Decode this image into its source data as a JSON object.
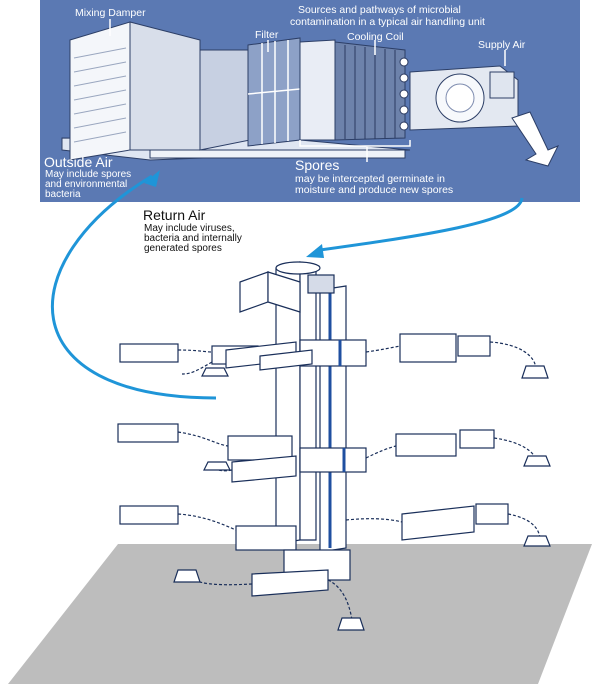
{
  "title_line1": "Sources and pathways of microbial",
  "title_line2": "contamination in a typical air handling unit",
  "labels": {
    "mixing_damper": "Mixing Damper",
    "filter": "Filter",
    "cooling_coil": "Cooling Coil",
    "supply_air": "Supply Air"
  },
  "outside_air": {
    "heading": "Outside Air",
    "line1": "May include spores",
    "line2": "and environmental",
    "line3": "bacteria"
  },
  "spores": {
    "heading": "Spores",
    "line1": "may be intercepted germinate in",
    "line2": "moisture and produce new spores"
  },
  "return_air": {
    "heading": "Return Air",
    "line1": "May include viruses,",
    "line2": "bacteria and internally",
    "line3": "generated spores"
  },
  "colors": {
    "panel_blue": "#5b79b3",
    "flow_arrow": "#1f95d8",
    "floor_gray": "#bdbdbd",
    "duct_accent": "#1f4fa0"
  }
}
